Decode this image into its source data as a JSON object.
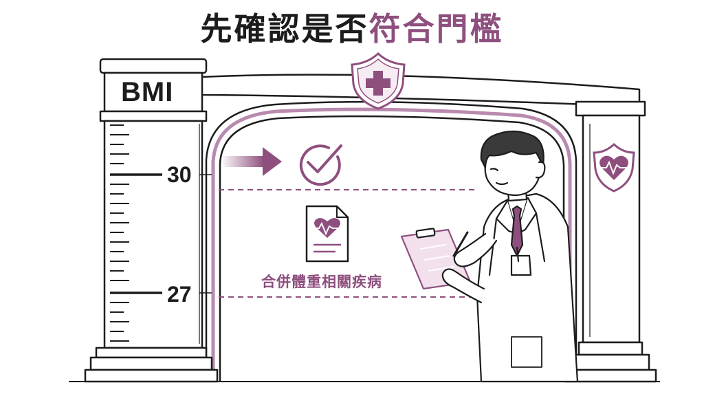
{
  "title": {
    "main": "先確認是否",
    "accent": "符合門檻"
  },
  "ruler": {
    "label": "BMI",
    "mark_high": "30",
    "mark_low": "27"
  },
  "condition": {
    "label": "合併體重相關疾病"
  },
  "colors": {
    "accent": "#8e4f7e",
    "accent_light": "#f2e0ec",
    "ink": "#1c1c1c"
  },
  "icons": [
    "shield-cross-icon",
    "shield-heart-icon",
    "arrow-right-icon",
    "check-circle-icon",
    "heart-document-icon"
  ]
}
